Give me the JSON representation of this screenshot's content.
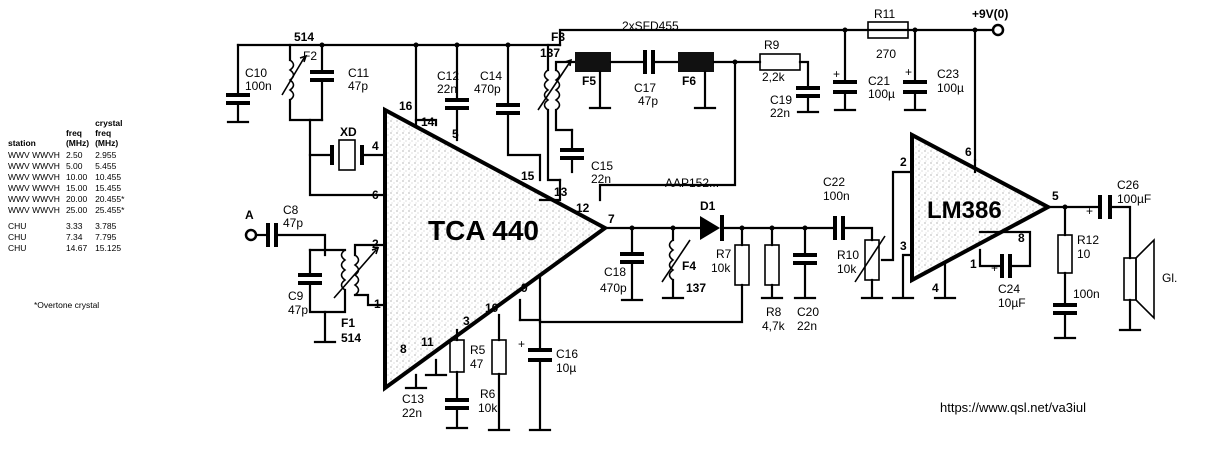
{
  "table": {
    "headers": [
      "station",
      "freq\n(MHz)",
      "crystal\nfreq\n(MHz)"
    ],
    "header_station": "station",
    "header_freq_1": "freq",
    "header_freq_2": "(MHz)",
    "header_crystal_1": "crystal",
    "header_crystal_2": "freq",
    "header_crystal_3": "(MHz)",
    "rows": [
      {
        "station": "WWV WWVH",
        "freq": "2.50",
        "crystal": "2.955"
      },
      {
        "station": "WWV WWVH",
        "freq": "5.00",
        "crystal": "5.455"
      },
      {
        "station": "WWV WWVH",
        "freq": "10.00",
        "crystal": "10.455"
      },
      {
        "station": "WWV WWVH",
        "freq": "15.00",
        "crystal": "15.455"
      },
      {
        "station": "WWV WWVH",
        "freq": "20.00",
        "crystal": "20.455*"
      },
      {
        "station": "WWV WWVH",
        "freq": "25.00",
        "crystal": "25.455*"
      },
      {
        "station": "CHU",
        "freq": "3.33",
        "crystal": "3.785"
      },
      {
        "station": "CHU",
        "freq": "7.34",
        "crystal": "7.795"
      },
      {
        "station": "CHU",
        "freq": "14.67",
        "crystal": "15.125"
      }
    ],
    "footnote": "*Overtone crystal"
  },
  "credit": "https://www.qsl.net/va3iul",
  "ics": {
    "tca440": "TCA 440",
    "lm386": "LM386"
  },
  "labels": {
    "net_514": "514",
    "net_f3_137": "137",
    "f3": "F3",
    "sfd": "2xSFD455",
    "r11": "R11",
    "r11_val": "270",
    "supply": "+9V(0)",
    "c10": "C10",
    "c10_val": "100n",
    "f2": "F2",
    "c11": "C11",
    "c11_val": "47p",
    "c12": "C12",
    "c12_val": "22n",
    "c14": "C14",
    "c14_val": "470p",
    "f5": "F5",
    "f6": "F6",
    "c17": "C17",
    "c17_val": "47p",
    "r9": "R9",
    "r9_val": "2,2k",
    "c19": "C19",
    "c19_val": "22n",
    "c21": "C21",
    "c21_val": "100µ",
    "c23": "C23",
    "c23_val": "100µ",
    "xd": "XD",
    "c15": "C15",
    "c15_val": "22n",
    "aap": "AAP152...",
    "ant": "A",
    "c8": "C8",
    "c8_val": "47p",
    "c9": "C9",
    "c9_val": "47p",
    "f1": "F1",
    "f1_val": "514",
    "r5": "R5",
    "r5_val": "47",
    "c13": "C13",
    "c13_val": "22n",
    "r6": "R6",
    "r6_val": "10k",
    "c16": "C16",
    "c16_val": "10µ",
    "d1": "D1",
    "c18": "C18",
    "c18_val": "470p",
    "f4": "F4",
    "f4_val": "137",
    "r7": "R7",
    "r7_val": "10k",
    "r8": "R8",
    "r8_val": "4,7k",
    "c20": "C20",
    "c20_val": "22n",
    "c22": "C22",
    "c22_val": "100n",
    "r10": "R10",
    "r10_val": "10k",
    "c24": "C24",
    "c24_val": "10µF",
    "r12": "R12",
    "r12_val": "10",
    "c_out": "100n",
    "c26": "C26",
    "c26_val": "100µF",
    "spk": "Gl.",
    "plus": "+"
  },
  "pins": {
    "p16": "16",
    "p14": "14",
    "p5": "5",
    "p4": "4",
    "p6": "6",
    "p2": "2",
    "p1": "1",
    "p15": "15",
    "p13": "13",
    "p12": "12",
    "p7": "7",
    "p9": "9",
    "p10": "10",
    "p3": "3",
    "p11": "11",
    "p8": "8",
    "l2": "2",
    "l3": "3",
    "l4": "4",
    "l5": "5",
    "l6": "6",
    "l8": "8",
    "l1": "1"
  }
}
